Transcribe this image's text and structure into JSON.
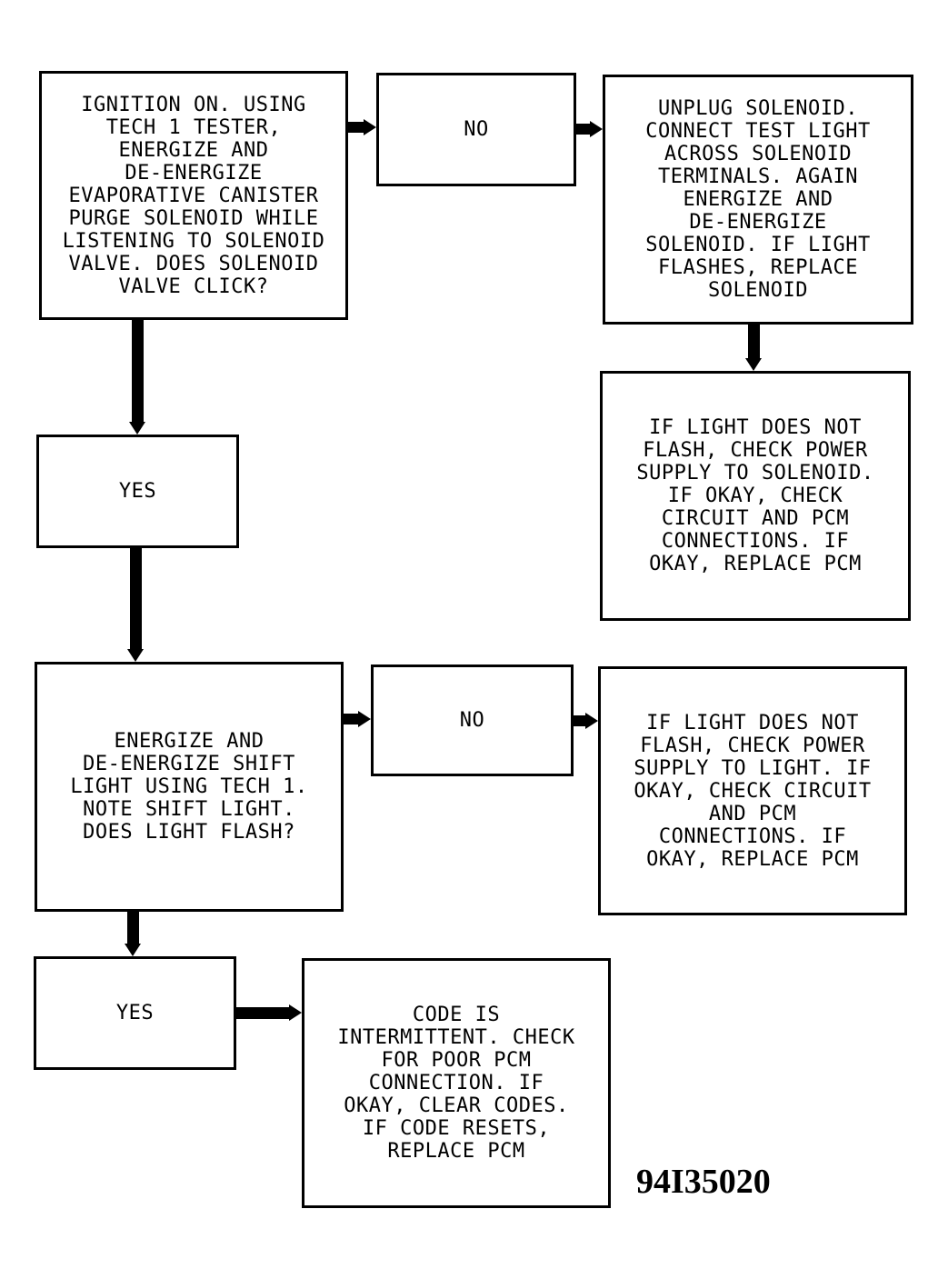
{
  "nodes": {
    "start": "IGNITION ON. USING\nTECH 1 TESTER,\nENERGIZE AND\nDE-ENERGIZE\nEVAPORATIVE CANISTER\nPURGE SOLENOID WHILE\nLISTENING TO SOLENOID\nVALVE. DOES SOLENOID\nVALVE CLICK?",
    "no1": "NO",
    "unplug": "UNPLUG SOLENOID.\nCONNECT TEST LIGHT\nACROSS SOLENOID\nTERMINALS. AGAIN\nENERGIZE AND\nDE-ENERGIZE\nSOLENOID. IF LIGHT\nFLASHES, REPLACE\nSOLENOID",
    "no_flash_solenoid": "IF LIGHT DOES NOT\nFLASH, CHECK POWER\nSUPPLY TO SOLENOID.\nIF OKAY, CHECK\nCIRCUIT AND PCM\nCONNECTIONS. IF\nOKAY, REPLACE PCM",
    "yes1": "YES",
    "shift_light": "ENERGIZE AND\nDE-ENERGIZE SHIFT\nLIGHT USING TECH 1.\nNOTE SHIFT LIGHT.\nDOES LIGHT FLASH?",
    "no2": "NO",
    "no_flash_light": "IF LIGHT DOES NOT\nFLASH, CHECK POWER\nSUPPLY TO LIGHT. IF\nOKAY, CHECK CIRCUIT\nAND PCM\nCONNECTIONS. IF\nOKAY, REPLACE PCM",
    "yes2": "YES",
    "intermittent": "CODE IS\nINTERMITTENT. CHECK\nFOR POOR PCM\nCONNECTION. IF\nOKAY, CLEAR CODES.\nIF CODE RESETS,\nREPLACE PCM"
  },
  "figure_id": "94I35020",
  "colors": {
    "stroke": "#000000",
    "background": "#ffffff"
  }
}
